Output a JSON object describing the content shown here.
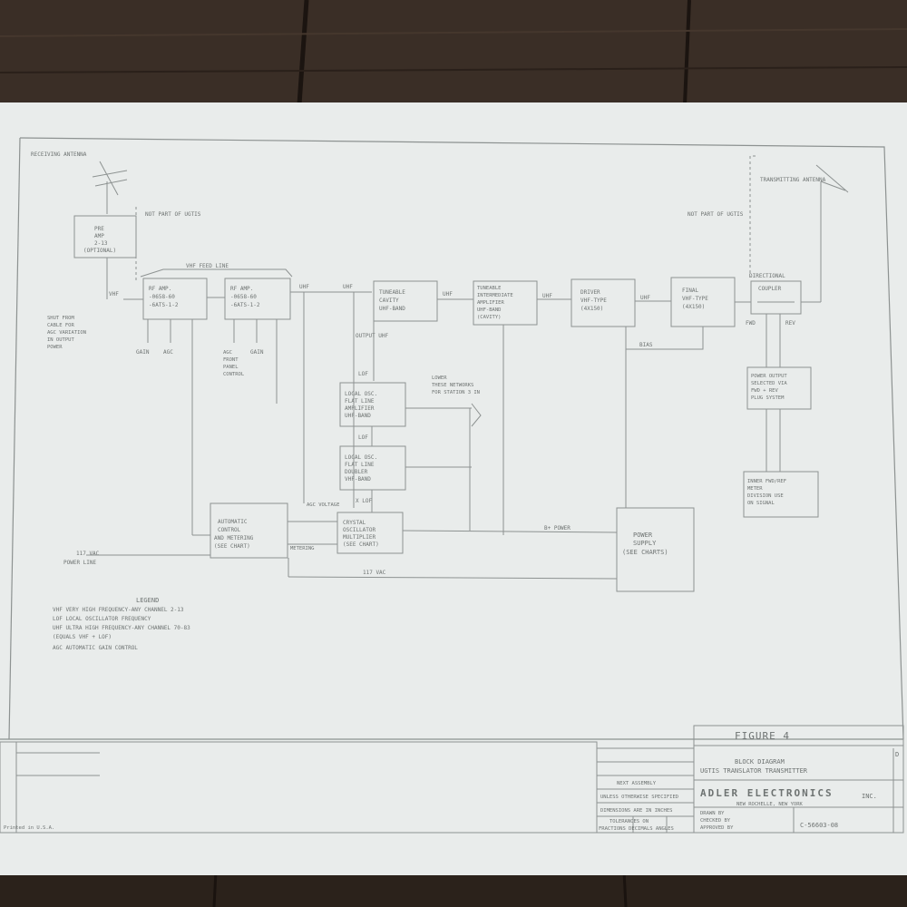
{
  "blocks": {
    "receiving_antenna": "RECEIVING ANTENNA",
    "not_part_left": "NOT PART OF UGTIS",
    "pre_amp": [
      "PRE",
      "AMP",
      "2-13",
      "(OPTIONAL)"
    ],
    "rf_amp1": [
      "RF AMP.",
      "-0658-60",
      "-6ATS-1-2"
    ],
    "rf_amp2": [
      "RF AMP.",
      "-0658-60",
      "-6ATS-1-2"
    ],
    "tuneable_cavity": [
      "TUNEABLE",
      "CAVITY",
      "UHF-BAND"
    ],
    "tuneable_amp": [
      "TUNEABLE",
      "INTERMEDIATE",
      "AMPLIFIER",
      "UHF-BAND",
      "(CAVITY)"
    ],
    "driver": [
      "DRIVER",
      "VHF-TYPE",
      "(4X150)"
    ],
    "final": [
      "FINAL",
      "VHF-TYPE",
      "(4X150)"
    ],
    "directional_coupler": [
      "DIRECTIONAL",
      "COUPLER"
    ],
    "transmitting_antenna": "TRANSMITTING ANTENNA",
    "not_part_right": "NOT PART OF UGTIS",
    "power_output_meter": [
      "POWER OUTPUT",
      "SELECTED VIA",
      "FWD + REV",
      "PLUG SYSTEM"
    ],
    "inner_fwd_meter": [
      "INNER FWD/REF",
      "METER",
      "DIVISION USE",
      "ON SIGNAL"
    ],
    "local_osc_amp": [
      "LOCAL OSC.",
      "FLAT LINE",
      "AMPLIFIER",
      "UHF-BAND"
    ],
    "local_osc_doubler": [
      "LOCAL OSC.",
      "FLAT LINE",
      "DOUBLER",
      "VHF-BAND"
    ],
    "crystal": [
      "CRYSTAL",
      "OSCILLATOR",
      "MULTIPLIER",
      "(SEE CHART)"
    ],
    "automatic_control": [
      "AUTOMATIC",
      "CONTROL",
      "AND METERING",
      "(SEE CHART)"
    ],
    "power_supply": [
      "POWER",
      "SUPPLY",
      "(SEE CHARTS)"
    ],
    "power_line": [
      "117 VAC",
      "POWER LINE"
    ],
    "agc_note": [
      "SHUT FROM",
      "CABLE FOR",
      "AGC VARIATION",
      "IN OUTPUT",
      "POWER"
    ]
  },
  "labels": {
    "vhf_feed": "VHF FEED LINE",
    "vhf": "VHF",
    "uhf": "UHF",
    "uhf2": "UHF",
    "uhf3": "UHF",
    "uhf4": "UHF",
    "uhf_out": "UHF",
    "lo_uhf": "LOF",
    "lo2": "LOF",
    "x2lof": "X LOF",
    "output_uhf": "OUTPUT UHF",
    "agc_voltage": "AGC VOLTAGE",
    "metering": "METERING",
    "v117": "117 VAC",
    "bplus": "B+ POWER",
    "bias": "BIAS",
    "fwd": "FWD",
    "ref": "REV",
    "gain": "GAIN",
    "agc": "AGC",
    "gain2": "GAIN",
    "agc_front": [
      "AGC",
      "FRONT",
      "PANEL",
      "CONTROL"
    ],
    "osc_note": [
      "LOWER",
      "THESE NETWORKS",
      "FOR STATION 3 IN"
    ]
  },
  "legend": {
    "heading": "LEGEND",
    "items": [
      "VHF  VERY HIGH FREQUENCY-ANY CHANNEL 2-13",
      "LOF  LOCAL OSCILLATOR FREQUENCY",
      "UHF  ULTRA HIGH FREQUENCY-ANY CHANNEL 70-83",
      "       (EQUALS VHF + LOF)",
      "AGC  AUTOMATIC GAIN CONTROL"
    ]
  },
  "title_block": {
    "figure": "FIGURE 4",
    "title_line1": "BLOCK DIAGRAM",
    "title_line2": "UGTIS TRANSLATOR TRANSMITTER",
    "company": "ADLER ELECTRONICS",
    "company_suffix": "INC.",
    "location": "NEW ROCHELLE, NEW YORK",
    "next_assembly": "NEXT ASSEMBLY",
    "unless": "UNLESS OTHERWISE SPECIFIED",
    "dimensions": "DIMENSIONS ARE IN INCHES",
    "tolerances": "TOLERANCES ON",
    "fractions": "FRACTIONS  DECIMALS  ANGLES",
    "drawn_by": "DRAWN BY",
    "checked_by": "CHECKED BY",
    "approved_by": "APPROVED BY",
    "drawing_no": "C-56603-08",
    "sheet_mark": "D",
    "printer": "Printed in U.S.A."
  }
}
